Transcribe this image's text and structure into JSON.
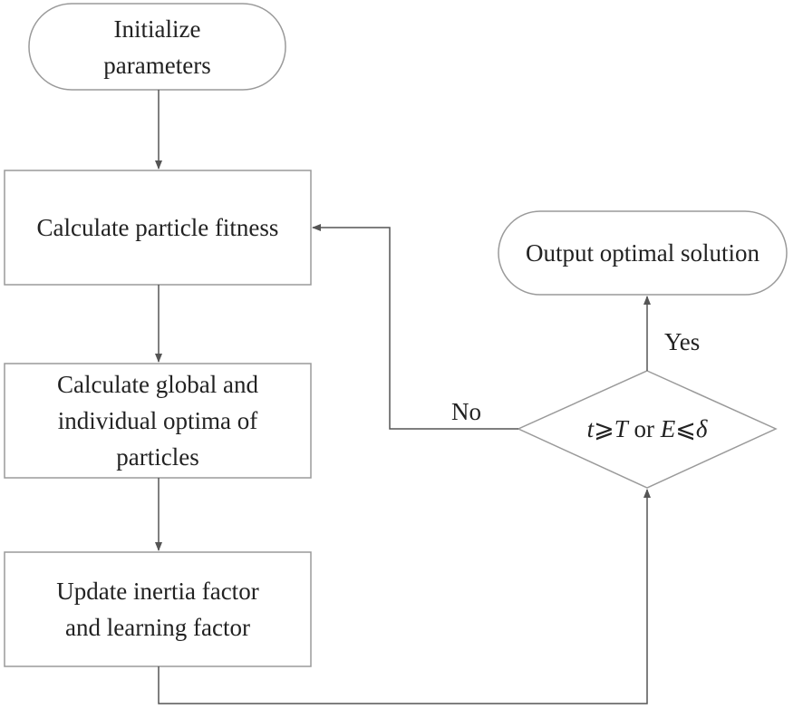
{
  "nodes": {
    "init": {
      "lines": [
        "Initialize",
        "parameters"
      ]
    },
    "fitness": {
      "lines": [
        "Calculate particle fitness"
      ]
    },
    "optima": {
      "lines": [
        "Calculate global and",
        "individual optima of",
        "particles"
      ]
    },
    "update": {
      "lines": [
        "Update inertia factor",
        "and learning factor"
      ]
    },
    "output": {
      "lines": [
        "Output optimal solution"
      ]
    },
    "decision": {
      "t": "t",
      "ge": "⩾",
      "T": "T",
      "or": " or ",
      "E": "E",
      "le": "⩽",
      "delta": "δ"
    }
  },
  "edges": {
    "no_label": "No",
    "yes_label": "Yes"
  },
  "colors": {
    "stroke": "#9a9a9a",
    "arrow": "#555555",
    "text": "#222222"
  }
}
